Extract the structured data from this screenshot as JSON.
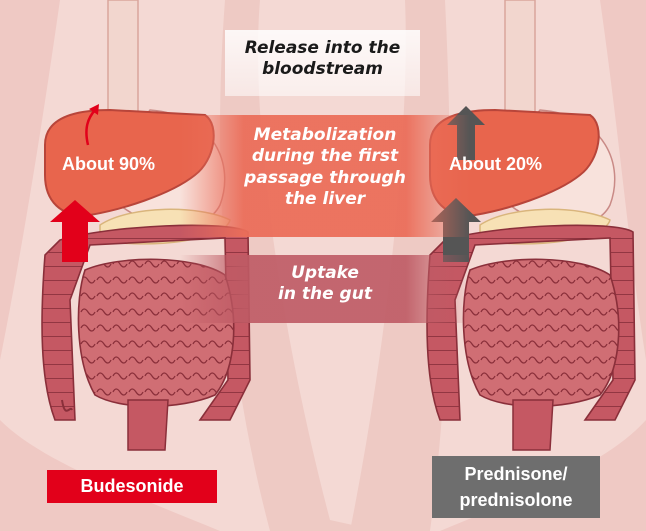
{
  "release_label": [
    "Release into the",
    "bloodstream"
  ],
  "metabolization_label": [
    "Metabolization",
    "during the first",
    "passage through",
    "the liver"
  ],
  "uptake_label": [
    "Uptake",
    "in the gut"
  ],
  "budesonide": {
    "percent_label": "About 90%",
    "drug_label": "Budesonide",
    "arrow_color": "#e2001a",
    "badge_color": "#e2001a"
  },
  "prednisone": {
    "percent_label": "About 20%",
    "drug_label": [
      "Prednisone/",
      "prednisolone"
    ],
    "arrow_color": "#555555",
    "badge_color": "#6e6e6e"
  },
  "colors": {
    "background": "#f4d9d4",
    "liver": "#e8654d",
    "intestine": "#c9626a",
    "gallbladder": "#f7e1b5"
  }
}
